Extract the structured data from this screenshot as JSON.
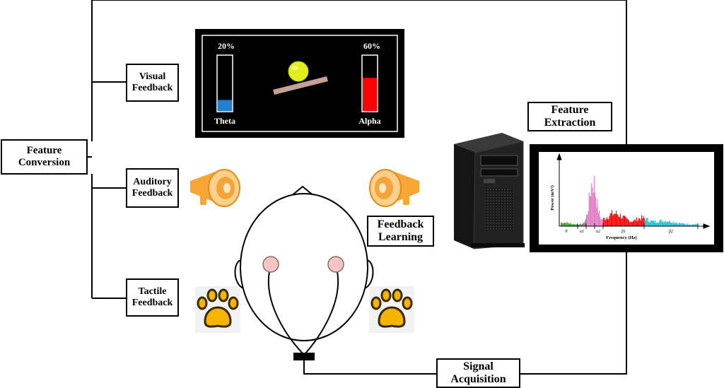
{
  "labels": {
    "feature_conversion": [
      "Feature",
      "Conversion"
    ],
    "visual_feedback": [
      "Visual",
      "Feedback"
    ],
    "auditory_feedback": [
      "Auditory",
      "Feedback"
    ],
    "tactile_feedback": [
      "Tactile",
      "Feedback"
    ],
    "feedback_learning": [
      "Feedback",
      "Learning"
    ],
    "feature_extraction": [
      "Feature",
      "Extraction"
    ],
    "signal_acquisition": [
      "Signal",
      "Acquisition"
    ]
  },
  "visual_display": {
    "left_bar": {
      "label": "Theta",
      "percent_text": "20%",
      "fill_fraction": 0.2,
      "color": "#1f7fd0"
    },
    "right_bar": {
      "label": "Alpha",
      "percent_text": "60%",
      "fill_fraction": 0.6,
      "color": "#ff0000"
    },
    "ball_color": "#e3ef1a",
    "plank_color": "#c4a196"
  },
  "spectrum_plot": {
    "ylabel": "Power (mV²)",
    "xlabel": "Frequency (Hz)",
    "band_labels": [
      "θ",
      "α1",
      "α2",
      "β1",
      "β2"
    ],
    "band_colors": [
      "#2ca02c",
      "#777777",
      "#e377c2",
      "#ff0000",
      "#17becf",
      "#1f1faf"
    ]
  },
  "icons": [
    "megaphone-icon",
    "megaphone-icon",
    "paw-icon",
    "paw-icon",
    "computer-tower-icon",
    "head-icon"
  ],
  "colors": {
    "megaphone": "#f7a535",
    "paw": "#f4b400",
    "electrode": "#f4c5c3"
  }
}
